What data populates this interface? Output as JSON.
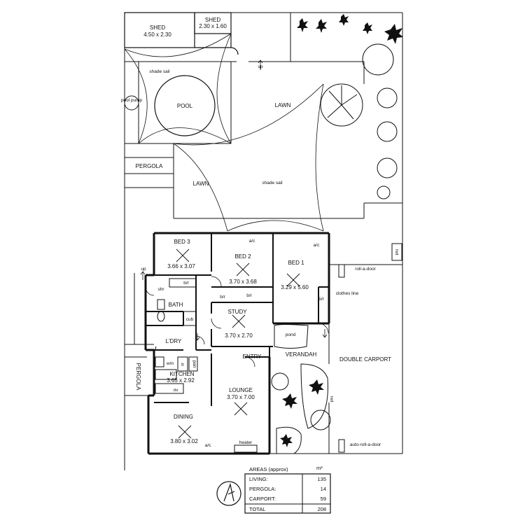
{
  "outdoor": {
    "shed_large": {
      "name": "SHED",
      "size": "4.50 x 2.30"
    },
    "shed_small": {
      "name": "SHED",
      "size": "2.30 x 1.60"
    },
    "shade_sail_top": "shade sail",
    "pool": "POOL",
    "pool_pump": "pool pump",
    "lawn_upper": "LAWN",
    "lawn_lower": "LAWN",
    "shade_sail_mid": "shade sail",
    "pergola_upper": "PERGOLA",
    "pergola_side": "PERGOLA",
    "up_top": "up",
    "up_side": "up",
    "double_carport": "DOUBLE CARPORT",
    "roll_a_door": "roll-a-door",
    "auto_roll_a_door": "auto-roll-a-door",
    "clothes_line": "clothes line",
    "verandah": "VERANDAH",
    "pond": "pond"
  },
  "rooms": {
    "bed3": {
      "name": "BED 3",
      "size": "3.66 x 3.07"
    },
    "bed2": {
      "name": "BED 2",
      "size": "3.70 x 3.68"
    },
    "bed1": {
      "name": "BED 1",
      "size": "3.29 x 5.60"
    },
    "study": {
      "name": "STUDY",
      "size": "3.70 x 2.70"
    },
    "bath": "BATH",
    "ldry": "L'DRY",
    "kitchen": {
      "name": "KITCHEN",
      "size": "3.65 x 2.92"
    },
    "lounge": {
      "name": "LOUNGE",
      "size": "3.70 x 7.00"
    },
    "dining": {
      "name": "DINING",
      "size": "3.80 x 3.02"
    },
    "entry": "ENTRY"
  },
  "fixtures": {
    "ac_bed2": "a/c",
    "ac_bed1": "a/c",
    "ac_dining": "a/c",
    "bir_1": "b/r",
    "bir_2": "b/r",
    "bir_3": "b/r",
    "bir_4": "b/r",
    "shr": "shr",
    "cub": "cub",
    "wm": "wm",
    "fr": "fr",
    "pan": "pan",
    "ov": "ov",
    "heater": "heater",
    "rwt_right": "rwt",
    "rwt_carport": "rwt"
  },
  "areas": {
    "title": "AREAS (approx)",
    "unit": "m²",
    "rows": [
      {
        "label": "LIVING:",
        "value": "135"
      },
      {
        "label": "PERGOLA:",
        "value": "14"
      },
      {
        "label": "CARPORT:",
        "value": "59"
      }
    ],
    "total_label": "TOTAL",
    "total_value": "208"
  },
  "colors": {
    "line": "#111111",
    "background": "#ffffff"
  }
}
